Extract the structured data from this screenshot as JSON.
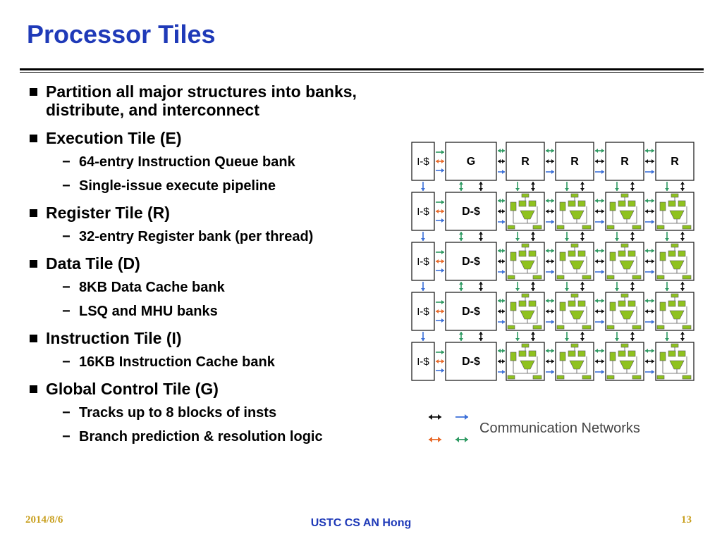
{
  "slide": {
    "title": "Processor Tiles",
    "bullets": [
      {
        "text": "Partition all major structures into banks, distribute, and interconnect",
        "subs": []
      },
      {
        "text": "Execution Tile (E)",
        "subs": [
          "64-entry Instruction Queue bank",
          "Single-issue execute pipeline"
        ]
      },
      {
        "text": "Register Tile (R)",
        "subs": [
          "32-entry Register bank (per thread)"
        ]
      },
      {
        "text": "Data Tile (D)",
        "subs": [
          "8KB Data Cache bank",
          "LSQ and MHU banks"
        ]
      },
      {
        "text": "Instruction Tile (I)",
        "subs": [
          "16KB Instruction Cache bank"
        ]
      },
      {
        "text": "Global Control Tile (G)",
        "subs": [
          "Tracks up to 8 blocks of insts",
          "Branch prediction & resolution logic"
        ]
      }
    ],
    "sub_marker": "−"
  },
  "diagram": {
    "i_tile_label": "I-$",
    "g_tile_label": "G",
    "r_tile_label": "R",
    "d_tile_label": "D-$",
    "legend_label": "Communication Networks",
    "colors": {
      "black": "#111111",
      "blue": "#3b6fd8",
      "orange": "#e86a2a",
      "green": "#2e9a62",
      "exec_fill": "#8fc21f"
    }
  },
  "footer": {
    "date": "2014/8/6",
    "center": "USTC CS AN Hong",
    "page": "13"
  }
}
